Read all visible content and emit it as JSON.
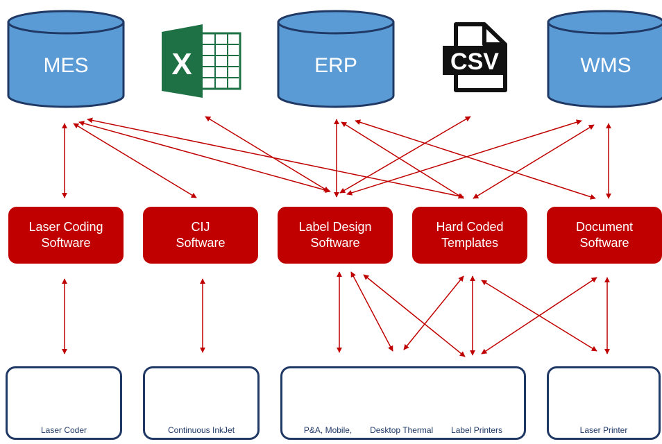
{
  "sources": {
    "mes": "MES",
    "erp": "ERP",
    "wms": "WMS",
    "csv": "CSV",
    "excel_letter": "X"
  },
  "software": {
    "laser_coding": [
      "Laser Coding",
      "Software"
    ],
    "cij": [
      "CIJ",
      "Software"
    ],
    "label_design": [
      "Label Design",
      "Software"
    ],
    "hard_coded": [
      "Hard Coded",
      "Templates"
    ],
    "document": [
      "Document",
      "Software"
    ]
  },
  "devices": {
    "laser_coder": "Laser Coder",
    "cij_printer": "Continuous InkJet",
    "label_printers_1": "P&A, Mobile,",
    "label_printers_2": "Desktop Thermal",
    "label_printers_3": "Label Printers",
    "laser_printer": "Laser Printer"
  },
  "colors": {
    "database_fill": "#5b9bd5",
    "database_stroke": "#1f3864",
    "software_box": "#c00000",
    "arrow": "#c00000",
    "device_border": "#1f3864",
    "excel_green": "#1e7145"
  },
  "icons": [
    "excel-icon",
    "csv-file-icon"
  ]
}
